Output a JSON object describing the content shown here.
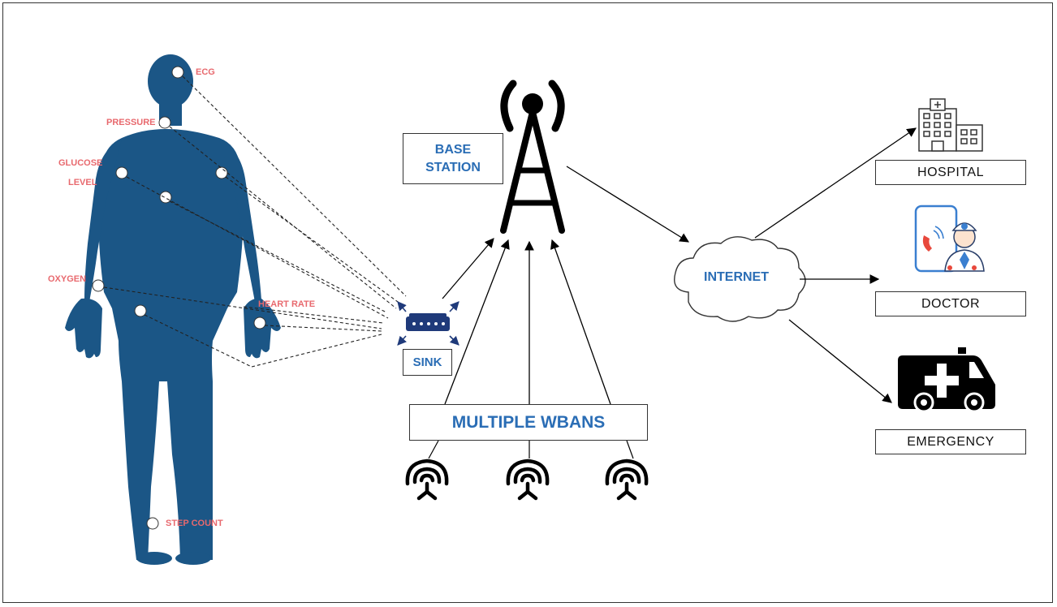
{
  "sensors": {
    "ecg": "ECG",
    "pressure": "PRESSURE",
    "glucose_line1": "GLUCOSE",
    "glucose_line2": "LEVEL",
    "oxygen": "OXYGEN",
    "heart_rate": "HEART RATE",
    "step_count": "STEP COUNT"
  },
  "network": {
    "base_station_line1": "BASE",
    "base_station_line2": "STATION",
    "sink": "SINK",
    "multiple_wbans": "MULTIPLE WBANS",
    "internet": "INTERNET"
  },
  "destinations": {
    "hospital": "HOSPITAL",
    "doctor": "DOCTOR",
    "emergency": "EMERGENCY"
  },
  "colors": {
    "body": "#1b5686",
    "sensor_label": "#e8696e",
    "accent_blue": "#2a6db5",
    "sink_device": "#1f3a7a"
  },
  "icons": {
    "body": "human-body-icon",
    "tower": "antenna-tower-icon",
    "sink": "router-icon",
    "cloud": "cloud-icon",
    "hospital": "hospital-building-icon",
    "doctor": "doctor-phone-icon",
    "ambulance": "ambulance-icon",
    "wban": "wireless-antenna-icon"
  }
}
